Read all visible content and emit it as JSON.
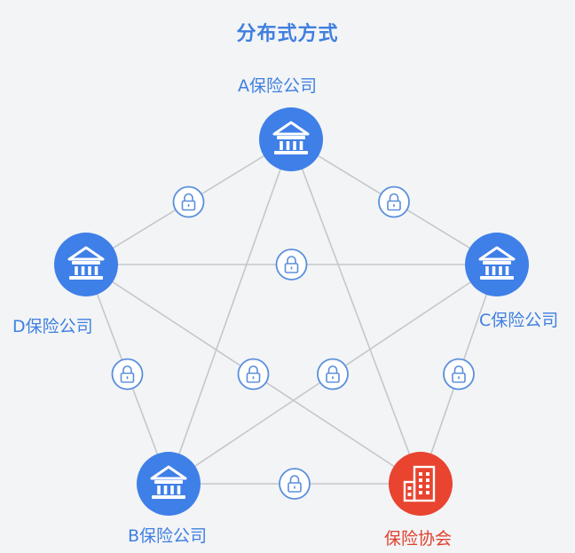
{
  "title": "分布式方式",
  "nodes": [
    {
      "id": "A",
      "label": "A保险公司",
      "kind": "bank",
      "color": "#3f7fe8"
    },
    {
      "id": "B",
      "label": "B保险公司",
      "kind": "bank",
      "color": "#3f7fe8"
    },
    {
      "id": "C",
      "label": "C保险公司",
      "kind": "bank",
      "color": "#3f7fe8"
    },
    {
      "id": "D",
      "label": "D保险公司",
      "kind": "bank",
      "color": "#3f7fe8"
    },
    {
      "id": "E",
      "label": "保险协会",
      "kind": "building",
      "color": "#e8442f"
    }
  ],
  "edges": [
    {
      "from": "A",
      "to": "D",
      "lock": true
    },
    {
      "from": "A",
      "to": "C",
      "lock": true
    },
    {
      "from": "D",
      "to": "C",
      "lock": true
    },
    {
      "from": "D",
      "to": "E",
      "lock": true
    },
    {
      "from": "B",
      "to": "C",
      "lock": true
    },
    {
      "from": "D",
      "to": "B",
      "lock": true
    },
    {
      "from": "C",
      "to": "E",
      "lock": true
    },
    {
      "from": "B",
      "to": "E",
      "lock": true
    },
    {
      "from": "A",
      "to": "B",
      "lock": false
    },
    {
      "from": "A",
      "to": "E",
      "lock": false
    }
  ],
  "colors": {
    "primary": "#3f7fe8",
    "accent": "#e8442f",
    "edge": "#c4c7cc",
    "lock": "#5a8fdc"
  }
}
